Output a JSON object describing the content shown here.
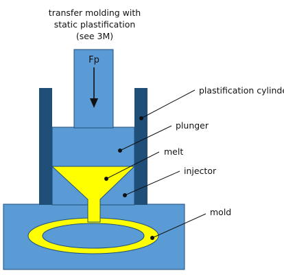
{
  "title_lines": [
    "transfer molding with",
    "static plastification",
    "(see 3M)"
  ],
  "force_label": "Fp",
  "labels": {
    "cylinder": "plastification cylinder",
    "plunger": "plunger",
    "melt": "melt",
    "injector": "injector",
    "mold": "mold"
  },
  "colors": {
    "body_blue": "#5b9bd5",
    "outline": "#1f4e79",
    "cylinder_wall": "#1f4e79",
    "melt_yellow": "#ffff00",
    "text": "#111111"
  }
}
